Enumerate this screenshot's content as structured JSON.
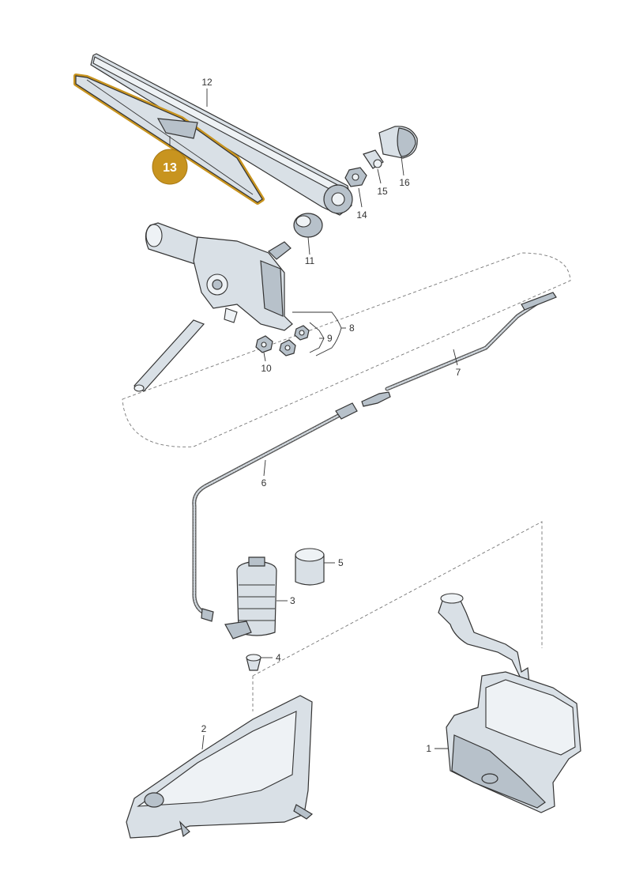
{
  "highlight_color": "#c8941f",
  "highlighted_part": "13",
  "labels": {
    "p1": "1",
    "p2": "2",
    "p3": "3",
    "p4": "4",
    "p5": "5",
    "p6": "6",
    "p7": "7",
    "p8": "8",
    "p9": "9",
    "p10": "10",
    "p11": "11",
    "p12": "12",
    "p13": "13",
    "p14": "14",
    "p15": "15",
    "p16": "16"
  }
}
